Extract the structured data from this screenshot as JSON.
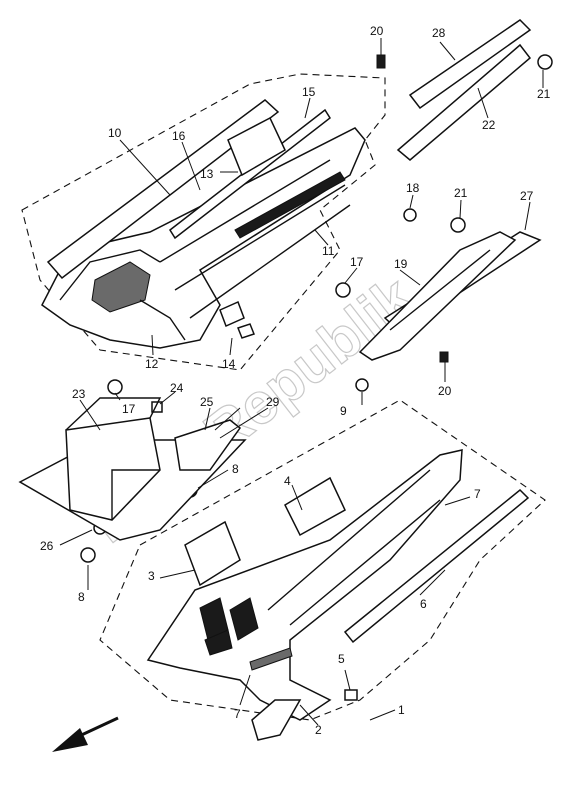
{
  "watermark": "PartsRepublik",
  "callouts": {
    "p1": "1",
    "p2": "2",
    "p3": "3",
    "p4": "4",
    "p5": "5",
    "p6": "6",
    "p7a": "7",
    "p7b": "7",
    "p8a": "8",
    "p8b": "8",
    "p9": "9",
    "p10": "10",
    "p11": "11",
    "p12": "12",
    "p13": "13",
    "p14": "14",
    "p15": "15",
    "p16": "16",
    "p17a": "17",
    "p17b": "17",
    "p18": "18",
    "p19": "19",
    "p20a": "20",
    "p20b": "20",
    "p21a": "21",
    "p21b": "21",
    "p22": "22",
    "p23": "23",
    "p24": "24",
    "p25": "25",
    "p26": "26",
    "p27": "27",
    "p28": "28",
    "p29": "29"
  },
  "icons": {
    "front_arrow": "arrow-down-left-icon"
  }
}
